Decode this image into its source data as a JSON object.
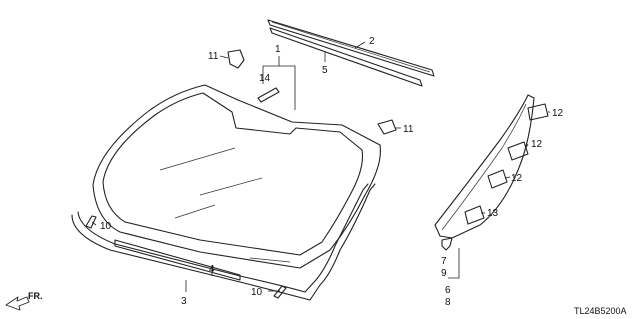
{
  "diagram": {
    "drawing_code": "TL24B5200A",
    "direction_label": "FR.",
    "callouts": {
      "c1": "1",
      "c2": "2",
      "c3": "3",
      "c4": "4",
      "c5": "5",
      "c6": "6",
      "c7": "7",
      "c8": "8",
      "c9": "9",
      "c10a": "10",
      "c10b": "10",
      "c11a": "11",
      "c11b": "11",
      "c12a": "12",
      "c12b": "12",
      "c12c": "12",
      "c13": "13",
      "c14": "14"
    }
  }
}
